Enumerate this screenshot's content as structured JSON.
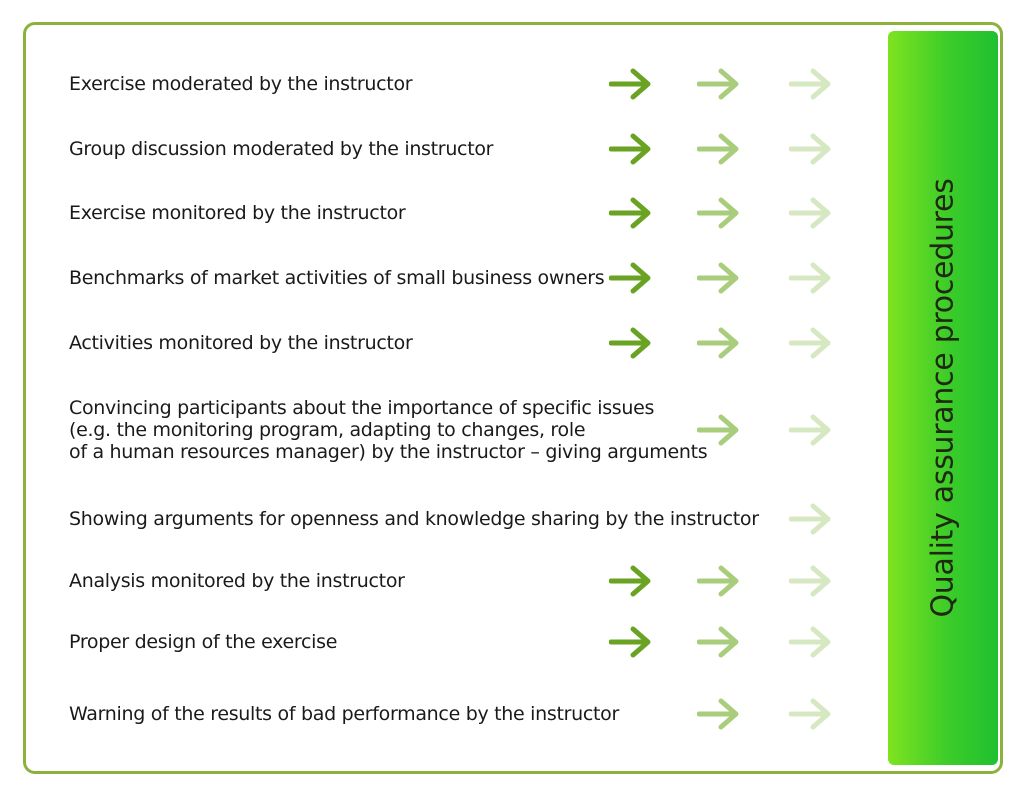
{
  "panel": {
    "title": "Quality assurance procedures"
  },
  "colors": {
    "dark_arrow": "#6aa223",
    "mid_arrow": "#a9cd7c",
    "light_arrow": "#d5e8c2",
    "frame": "#8bb33c"
  },
  "rows": [
    {
      "label": "Exercise moderated by the instructor",
      "arrows": [
        "dark",
        "mid",
        "light"
      ]
    },
    {
      "label": "Group discussion moderated by the instructor",
      "arrows": [
        "dark",
        "mid",
        "light"
      ]
    },
    {
      "label": "Exercise monitored by the instructor",
      "arrows": [
        "dark",
        "mid",
        "light"
      ]
    },
    {
      "label": "Benchmarks of market activities of small business owners",
      "arrows": [
        "dark",
        "mid",
        "light"
      ]
    },
    {
      "label": "Activities monitored by the instructor",
      "arrows": [
        "dark",
        "mid",
        "light"
      ]
    },
    {
      "label": "Convincing participants about the importance of specific issues\n(e.g. the monitoring program, adapting to changes, role\nof a human resources manager) by the instructor – giving arguments",
      "arrows": [
        "mid",
        "light"
      ]
    },
    {
      "label": "Showing arguments for openness and knowledge sharing by the instructor",
      "arrows": [
        "light"
      ]
    },
    {
      "label": "Analysis monitored by the instructor",
      "arrows": [
        "dark",
        "mid",
        "light"
      ]
    },
    {
      "label": "Proper design of the exercise",
      "arrows": [
        "dark",
        "mid",
        "light"
      ]
    },
    {
      "label": "Warning of the results of bad performance by the instructor",
      "arrows": [
        "mid",
        "light"
      ]
    }
  ]
}
